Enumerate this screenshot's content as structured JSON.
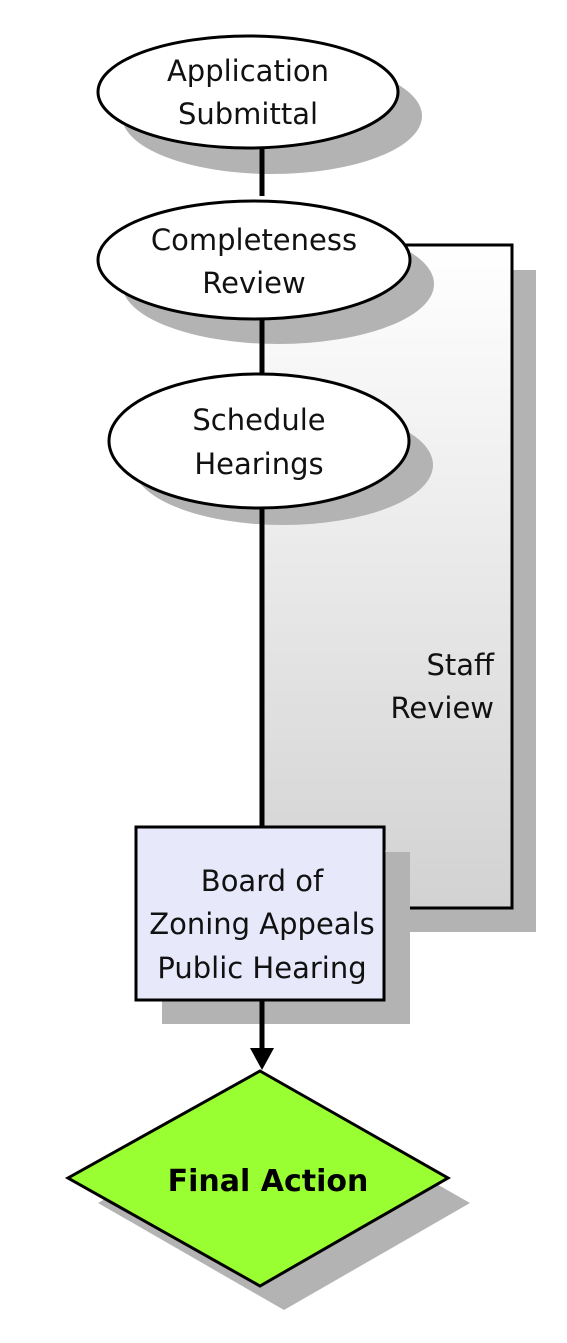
{
  "nodes": {
    "application_submittal": {
      "lines": [
        "Application",
        "Submittal"
      ]
    },
    "completeness_review": {
      "lines": [
        "Completeness",
        "Review"
      ]
    },
    "schedule_hearings": {
      "lines": [
        "Schedule",
        "Hearings"
      ]
    },
    "staff_review": {
      "lines": [
        "Staff",
        "Review"
      ]
    },
    "board_hearing": {
      "lines": [
        "Board of",
        "Zoning Appeals",
        "Public Hearing"
      ]
    },
    "final_action": {
      "label": "Final Action"
    }
  },
  "colors": {
    "stroke": "#000000",
    "shadow": "#b3b3b3",
    "ellipse_fill": "#ffffff",
    "box_fill": "#e8e8fb",
    "diamond_fill": "#99ff33",
    "panel_top": "#ffffff",
    "panel_bottom": "#d0d0d0"
  }
}
